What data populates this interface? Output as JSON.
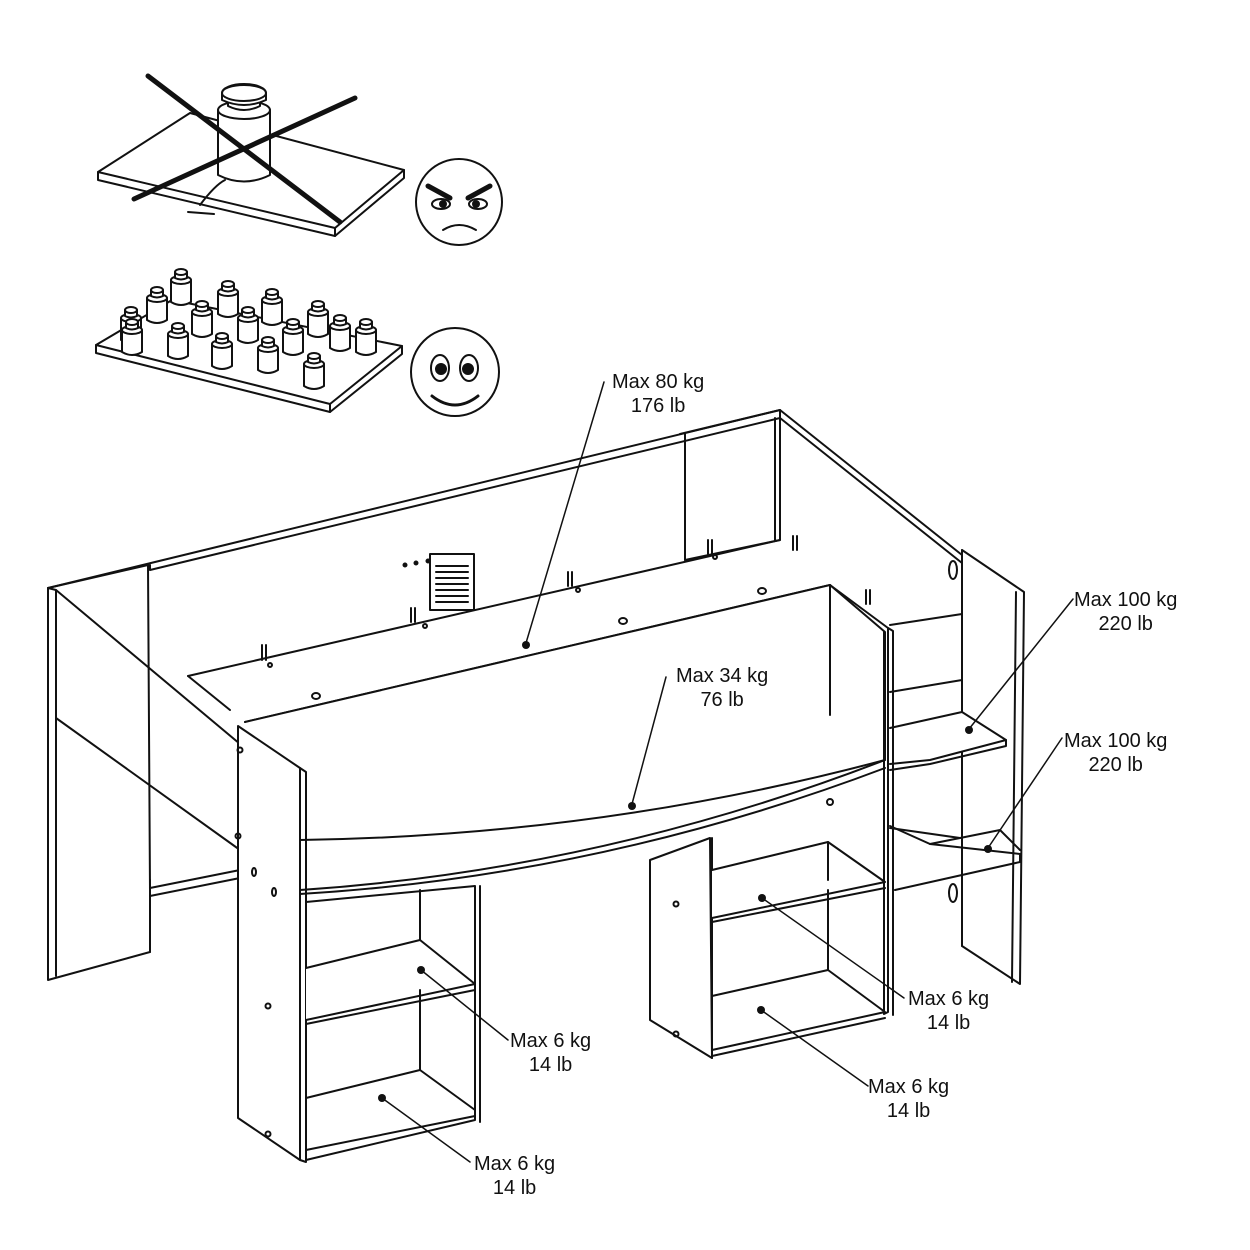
{
  "diagram": {
    "loads": [
      {
        "kg": "Max 80 kg",
        "lb": "176 lb"
      },
      {
        "kg": "Max 100 kg",
        "lb": "220 lb"
      },
      {
        "kg": "Max 34 kg",
        "lb": "76 lb"
      },
      {
        "kg": "Max 100 kg",
        "lb": "220 lb"
      },
      {
        "kg": "Max 6 kg",
        "lb": "14 lb"
      },
      {
        "kg": "Max 6 kg",
        "lb": "14 lb"
      },
      {
        "kg": "Max 6 kg",
        "lb": "14 lb"
      },
      {
        "kg": "Max 6 kg",
        "lb": "14 lb"
      }
    ],
    "icons": {
      "wrong": "angry-face-icon",
      "right": "smiling-face-icon"
    },
    "colors": {
      "line": "#111111",
      "background": "#ffffff"
    }
  }
}
